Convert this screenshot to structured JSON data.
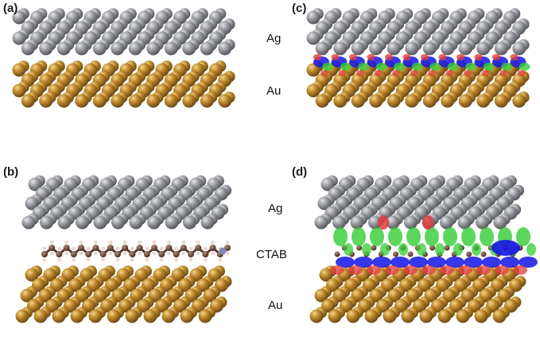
{
  "panels": [
    {
      "id": "a",
      "label": "(a)",
      "materials": [
        "Ag",
        "Au"
      ]
    },
    {
      "id": "b",
      "label": "(b)",
      "materials": [
        "Ag",
        "CTAB",
        "Au"
      ]
    },
    {
      "id": "c",
      "label": "(c)"
    },
    {
      "id": "d",
      "label": "(d)"
    }
  ],
  "colors": {
    "silver": "#8c8e92",
    "silver_highlight": "#d6d7da",
    "gold": "#b9862a",
    "gold_highlight": "#e6c070",
    "carbon": "#6b4a3a",
    "hydrogen": "#e8d8d0",
    "density_blue": "#1414e6",
    "density_green": "#33cc33",
    "density_red": "#e03c3c"
  }
}
